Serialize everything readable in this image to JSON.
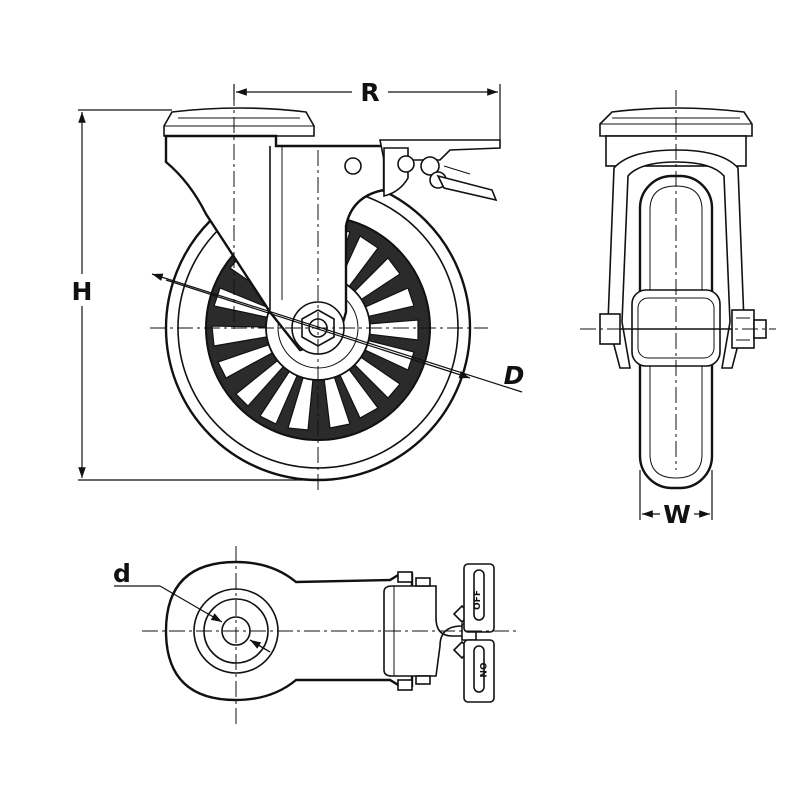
{
  "diagram": {
    "dimensions": {
      "R": "R",
      "H": "H",
      "D": "D",
      "W": "W",
      "d": "d"
    },
    "brake_pedal": {
      "off_label": "OFF",
      "on_label": "ON"
    }
  }
}
